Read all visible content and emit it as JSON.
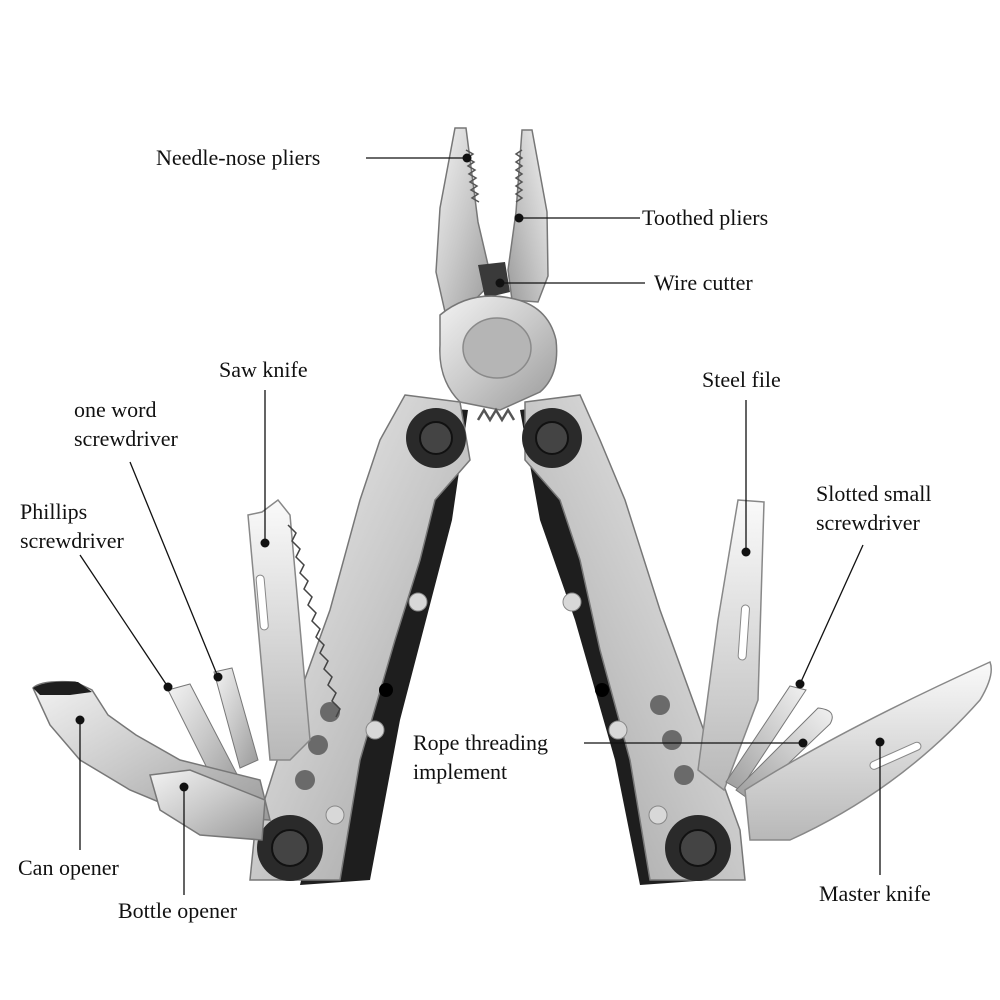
{
  "colors": {
    "steel_light": "#e6e6e6",
    "steel_mid": "#bdbdbd",
    "steel_dark": "#8a8a8a",
    "handle_black": "#1e1e1e",
    "leader": "#111111"
  },
  "labels": {
    "needle_nose_pliers": "Needle-nose pliers",
    "toothed_pliers": "Toothed pliers",
    "wire_cutter": "Wire cutter",
    "saw_knife": "Saw knife",
    "steel_file": "Steel file",
    "one_word_screwdriver": [
      "one word",
      "screwdriver"
    ],
    "slotted_small_screwdriver": [
      "Slotted small",
      "screwdriver"
    ],
    "phillips_screwdriver": [
      "Phillips",
      "screwdriver"
    ],
    "rope_threading_implement": [
      "Rope threading",
      "implement"
    ],
    "can_opener": "Can opener",
    "bottle_opener": "Bottle opener",
    "master_knife": "Master knife"
  }
}
